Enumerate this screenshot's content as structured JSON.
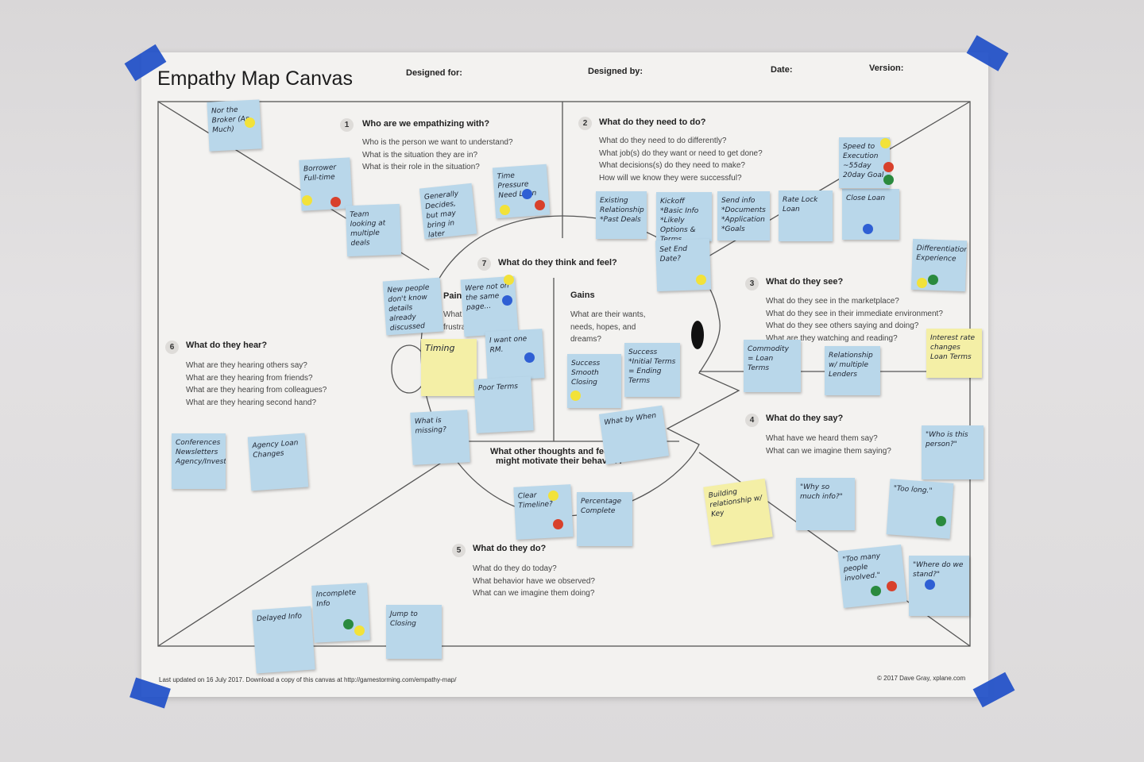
{
  "canvas": {
    "title": "Empathy Map Canvas",
    "header_fields": {
      "designed_for": "Designed for:",
      "designed_by": "Designed by:",
      "date": "Date:",
      "version": "Version:"
    },
    "footer_left": "Last updated on 16 July 2017. Download a copy of this canvas at http://gamestorming.com/empathy-map/",
    "footer_right": "© 2017 Dave Gray, xplane.com"
  },
  "sections": {
    "s1": {
      "num": "1",
      "title": "Who are we empathizing with?",
      "lines": [
        "Who is the person we want to understand?",
        "What is the situation they are in?",
        "What is their role in the situation?"
      ]
    },
    "s2": {
      "num": "2",
      "title": "What do they need to do?",
      "lines": [
        "What do they need to do differently?",
        "What job(s) do they want or need to get done?",
        "What decisions(s) do they need to make?",
        "How will we know they were successful?"
      ]
    },
    "s3": {
      "num": "3",
      "title": "What do they see?",
      "lines": [
        "What do they see in the marketplace?",
        "What do they see in their immediate environment?",
        "What do they see others saying and doing?",
        "What are they watching and reading?"
      ]
    },
    "s4": {
      "num": "4",
      "title": "What do they say?",
      "lines": [
        "What have we heard them say?",
        "What can we imagine them saying?"
      ]
    },
    "s5": {
      "num": "5",
      "title": "What do they do?",
      "lines": [
        "What do they do today?",
        "What behavior have we observed?",
        "What can we imagine them doing?"
      ]
    },
    "s6": {
      "num": "6",
      "title": "What do they hear?",
      "lines": [
        "What are they hearing others say?",
        "What are they hearing from friends?",
        "What are they hearing from colleagues?",
        "What are they hearing second hand?"
      ]
    },
    "s7": {
      "num": "7",
      "title": "What do they think and feel?"
    },
    "pains": {
      "title": "Pains",
      "lines": [
        "What a",
        "frustratio      anxieties?"
      ]
    },
    "gains": {
      "title": "Gains",
      "lines": [
        "What are their wants,",
        "needs, hopes, and",
        "dreams?"
      ]
    },
    "other": {
      "lines": [
        "What other thoughts and feelings",
        "might motivate their behavior?"
      ]
    }
  },
  "notes": {
    "n_broker": "Nor the Broker (As Much)",
    "n_borrower": "Borrower Full-time",
    "n_team": "Team looking at multiple deals",
    "n_generally": "Generally Decides, but may bring in later",
    "n_pressure": "Time Pressure Need Loan",
    "n_existing": "Existing Relationship *Past Deals",
    "n_kickoff": "Kickoff *Basic Info *Likely Options & Terms",
    "n_sendinfo": "Send info *Documents *Application *Goals",
    "n_ratelock": "Rate Lock Loan",
    "n_close": "Close Loan",
    "n_speed": "Speed to Execution ~55day 20day Goal",
    "n_setend": "Set End Date?",
    "n_diff": "Differentiation Experience",
    "n_newpeople": "New people don't know details already discussed",
    "n_werenot": "Were not on the same page...",
    "n_timing": "Timing",
    "n_iwant": "I want one RM.",
    "n_poor": "Poor Terms",
    "n_whatmissing": "What is missing?",
    "n_success1": "Success Smooth Closing",
    "n_success2": "Success *Initial Terms = Ending Terms",
    "n_whatby": "What by When",
    "n_commodity": "Commodity = Loan Terms",
    "n_relationship": "Relationship w/ multiple Lenders",
    "n_interest": "Interest rate changes Loan Terms",
    "n_conferences": "Conferences Newsletters Agency/Investor",
    "n_agency": "Agency Loan Changes",
    "n_clear": "Clear Timeline?",
    "n_percentage": "Percentage Complete",
    "n_building": "Building relationship w/ Key",
    "n_whyso": "\"Why so much info?\"",
    "n_whois": "\"Who is this person?\"",
    "n_toolong": "\"Too long.\"",
    "n_toomany": "\"Too many people involved.\"",
    "n_wheredo": "\"Where do we stand?\"",
    "n_delayed": "Delayed Info",
    "n_incomplete": "Incomplete Info",
    "n_jump": "Jump to Closing"
  },
  "colors": {
    "sticky_blue": "#b9d7ea",
    "sticky_yellow": "#f4efa6",
    "dot_yellow": "#f2e23a",
    "dot_red": "#d8412c",
    "dot_blue": "#2f5fd4",
    "dot_green": "#2a8a3e",
    "tape": "#1f4fc8"
  }
}
